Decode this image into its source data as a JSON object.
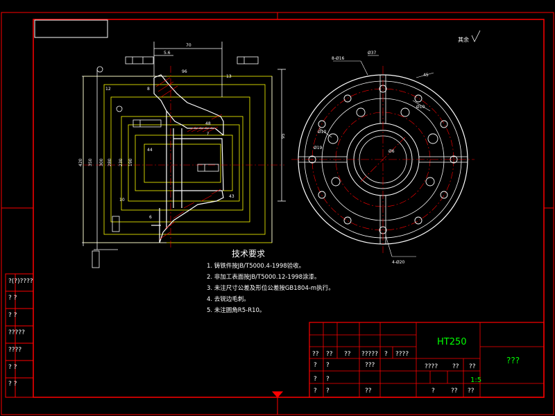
{
  "colors": {
    "background": "#000000",
    "frame": "#ff0000",
    "geometry": "#ffffff",
    "hidden": "#ffff00",
    "centerline": "#ff0000",
    "dimension": "#ffffff",
    "hatch": "#ff0000",
    "accent_text": "#00ff00"
  },
  "tech_requirements": {
    "title": "技术要求",
    "items": [
      "1. 铸铁件按JB/T5000.4-1998验收。",
      "2. 非加工表面按JB/T5000.12-1998涂漆。",
      "3. 未注尺寸公差及形位公差按GB1804-m执行。",
      "4. 去锐边毛刺。",
      "5. 未注圆角R5-R10。"
    ]
  },
  "roughness_note": "其余",
  "title_block": {
    "material": "HT250",
    "name": "???",
    "scale": "1:5",
    "r2": [
      "??",
      "??",
      "??",
      "?????",
      "?",
      "????"
    ],
    "r3": [
      "?",
      "?",
      "???"
    ],
    "r4": [
      "????",
      "??",
      "??"
    ],
    "r5": [
      "?",
      "?"
    ],
    "r6": [
      "?",
      "?",
      "??",
      "?",
      "??",
      "??"
    ]
  },
  "side_labels": [
    "?(?)????",
    "?  ?",
    "?  ?",
    "?????",
    "????",
    "?  ?",
    "?  ?"
  ]
}
